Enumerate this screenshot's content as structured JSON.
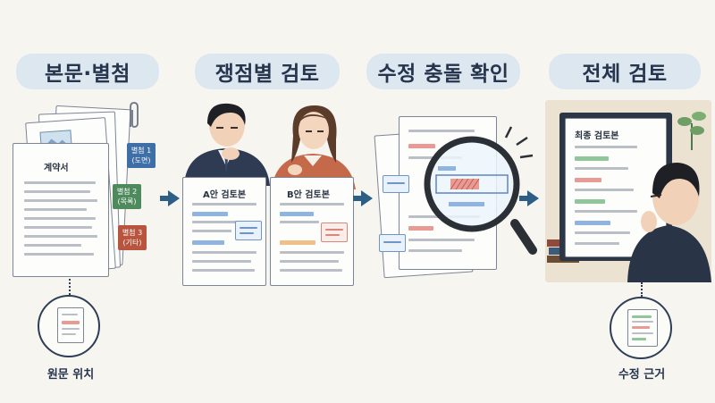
{
  "steps": [
    {
      "title": "본문·별첨"
    },
    {
      "title": "쟁점별 검토"
    },
    {
      "title": "수정 충돌 확인"
    },
    {
      "title": "전체 검토"
    }
  ],
  "step1": {
    "doc_title": "계약서",
    "tabs": [
      {
        "label": "별첨 1\n(도면)",
        "color": "#3f6fa7"
      },
      {
        "label": "별첨 2\n(목록)",
        "color": "#4f8a5c"
      },
      {
        "label": "별첨 3\n(기타)",
        "color": "#b9553f"
      }
    ],
    "bottom_label": "원문 위치"
  },
  "step2": {
    "doc_a_title": "A안 검토본",
    "doc_b_title": "B안 검토본"
  },
  "step4": {
    "doc_title": "최종 검토본",
    "bottom_label": "수정 근거"
  },
  "colors": {
    "title_bg": "#dde7ef",
    "arrow": "#2d5f86",
    "highlight_blue": "#8fb4e0",
    "highlight_red": "#e89b94",
    "highlight_orange": "#f0c08a",
    "highlight_green": "#8fc79a"
  },
  "icons": [
    "paperclip-icon",
    "magnifier-icon",
    "image-icon",
    "plant-icon"
  ]
}
